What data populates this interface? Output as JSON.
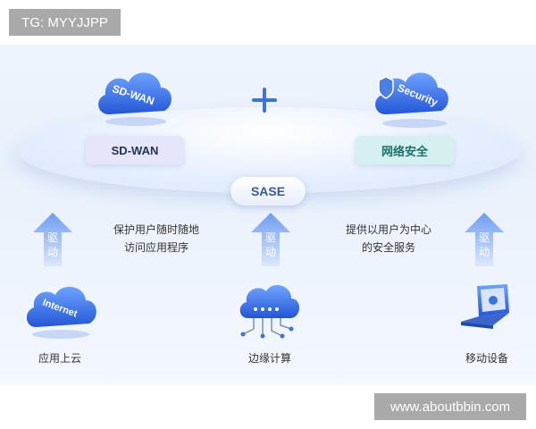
{
  "watermark_top": "TG: MYYJJPP",
  "watermark_bottom": "www.aboutbbin.com",
  "cloud_sdwan_text": "SD-WAN",
  "cloud_security_text": "Security",
  "cloud_internet_text": "Internet",
  "box_sdwan": "SD-WAN",
  "box_security": "网络安全",
  "center_label": "SASE",
  "desc_left": [
    "保护用户随时随地",
    "访问应用程序"
  ],
  "desc_right": [
    "提供以用户为中心",
    "的安全服务"
  ],
  "arrow_label_line1": "驱",
  "arrow_label_line2": "动",
  "caption_left": "应用上云",
  "caption_center": "边缘计算",
  "caption_right": "移动设备",
  "colors": {
    "primary_blue": "#3f73d8",
    "box_sdwan_bg": "#e6e6fb",
    "box_security_bg": "#d5f1ef"
  }
}
